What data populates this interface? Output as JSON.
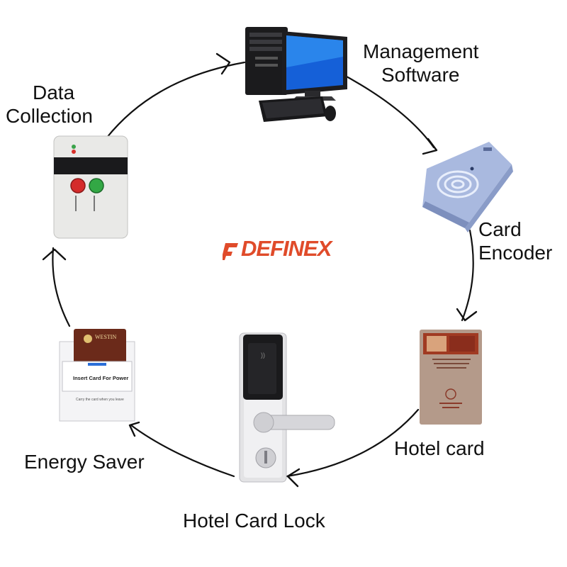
{
  "logo": {
    "text_main": "DEFINE",
    "text_end": "X",
    "color_main": "#e04b2a",
    "color_text": "#e04b2a"
  },
  "nodes": [
    {
      "id": "management-software",
      "label_lines": [
        "Management",
        "Software"
      ],
      "icon": "computer-icon"
    },
    {
      "id": "card-encoder",
      "label_lines": [
        "Card",
        "Encoder"
      ],
      "icon": "card-encoder-icon"
    },
    {
      "id": "hotel-card",
      "label_lines": [
        "Hotel card"
      ],
      "icon": "hotel-card-icon"
    },
    {
      "id": "hotel-card-lock",
      "label_lines": [
        "Hotel Card Lock"
      ],
      "icon": "door-lock-icon"
    },
    {
      "id": "energy-saver",
      "label_lines": [
        "Energy Saver"
      ],
      "icon": "energy-saver-icon"
    },
    {
      "id": "data-collection",
      "label_lines": [
        "Data",
        "Collection"
      ],
      "icon": "data-collector-icon"
    }
  ],
  "devices": {
    "energy_saver_card_text": "WESTIN",
    "energy_saver_panel_text": "Insert Card For Power",
    "energy_saver_small_text": "Carry the card when you leave"
  },
  "colors": {
    "cycle_line": "#111111",
    "label_text": "#111111",
    "encoder_body": "#a9b9df",
    "card_face": "#b49a8a"
  }
}
